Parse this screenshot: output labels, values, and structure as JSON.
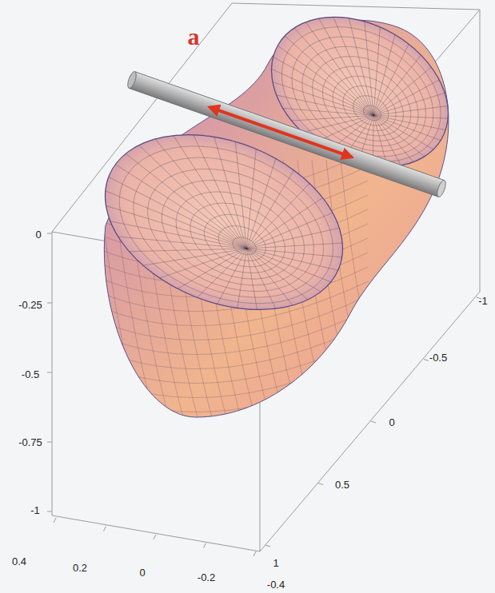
{
  "diagram": {
    "labels": [
      "a",
      "0",
      "-0.25",
      "-0.5",
      "-0.75",
      "-1",
      "0.4",
      "0.2",
      "0",
      "-0.2",
      "-0.4",
      "-1",
      "-0.5",
      "0",
      "0.5",
      "1"
    ]
  }
}
